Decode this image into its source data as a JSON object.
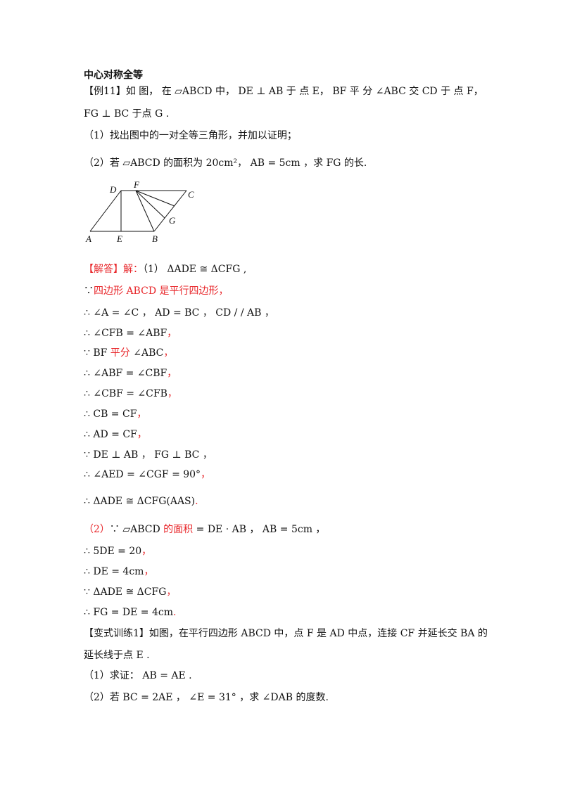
{
  "section_title": "中心对称全等",
  "example": {
    "line1": "【例11】如 图， 在 ▱ABCD 中， DE ⊥ AB 于 点 E， BF 平 分 ∠ABC 交 CD 于 点 F，",
    "line2": "FG ⊥ BC 于点 G .",
    "q1": "（1）找出图中的一对全等三角形，并加以证明；",
    "q2": "（2）若 ▱ABCD 的面积为 20cm²， AB = 5cm ，求 FG 的长."
  },
  "diagram_labels": {
    "D": "D",
    "F": "F",
    "C": "C",
    "G": "G",
    "A": "A",
    "E": "E",
    "B": "B"
  },
  "solution": {
    "head_red": "【解答】解：",
    "head_rest": "（1） ΔADE ≅ ΔCFG ,",
    "s1_a": "∵",
    "s1_red": "四边形 ABCD 是平行四边形",
    "s1_comma": "，",
    "s2": "∴ ∠A = ∠C ， AD = BC ， CD / / AB ，",
    "s3": "∴ ∠CFB = ∠ABF",
    "s4_a": "∵ BF",
    "s4_red": " 平分 ",
    "s4_b": "∠ABC",
    "s5": "∴ ∠ABF = ∠CBF",
    "s6": "∴ ∠CBF = ∠CFB",
    "s7": "∴ CB = CF",
    "s8": "∴ AD = CF",
    "s9": "∵ DE ⊥ AB ， FG ⊥ BC ，",
    "s10": "∴ ∠AED = ∠CGF = 90°",
    "s11": "∴ ΔADE ≅ ΔCFG(AAS)",
    "p2_red": "（2）",
    "p2_a": "∵ ▱ABCD",
    "p2_red2": " 的面积 ",
    "p2_b": "= DE · AB ， AB = 5cm ，",
    "t1": "∴ 5DE = 20",
    "t2": "∴ DE = 4cm",
    "t3": "∵ ΔADE ≅ ΔCFG",
    "t4": "∴ FG = DE = 4cm"
  },
  "variant": {
    "line1": "【变式训练1】如图，在平行四边形 ABCD 中，点 F 是 AD 中点，连接 CF 并延长交 BA 的",
    "line2": "延长线于点 E .",
    "q1": "（1）求证： AB = AE .",
    "q2": "（2）若 BC = 2AE ， ∠E = 31° ，求 ∠DAB 的度数."
  }
}
